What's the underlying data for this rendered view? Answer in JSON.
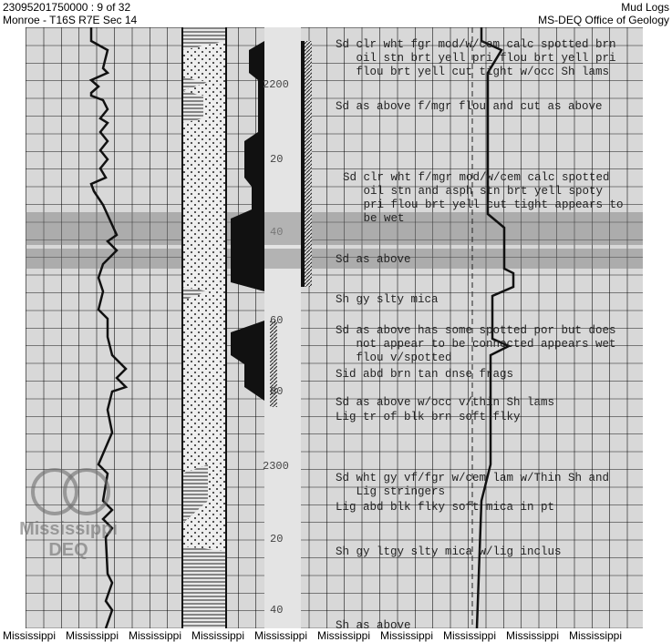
{
  "header": {
    "doc_id": "23095201750000 : 9 of 32",
    "location": "Monroe - T16S R7E Sec 14",
    "doc_type": "Mud Logs",
    "office": "MS-DEQ Office of Geology"
  },
  "depth_labels": [
    "2200",
    "20",
    "40",
    "60",
    "80",
    "2300",
    "20",
    "40"
  ],
  "descriptions": [
    "Sd clr wht fgr mod/w/cem calc spotted brn\n   oil stn brt yell pri flou brt yell pri\n   flou brt yell cut tight w/occ Sh lams",
    "Sd as above f/mgr flou and cut as above",
    "Sd clr wht f/mgr mod/w/cem calc spotted\n   oil stn and asph stn brt yell spoty\n   pri flou brt yell cut tight appears to\n   be wet",
    "Sd as above",
    "Sh gy slty mica",
    "Sd as above has some spotted por but does\n   not appear to be connected appears wet\n   flou v/spotted",
    "Sid abd brn tan dnse frags",
    "Sd as above w/occ v/thin Sh lams",
    "Lig tr of blk brn soft flky",
    "Sd wht gy vf/fgr w/cem lam w/Thin Sh and\n   Lig stringers",
    "Lig abd blk flky soft mica in pt",
    "Sh gy ltgy slty mica w/lig inclus",
    "Sh as above"
  ],
  "watermark": {
    "line1": "Mississippi",
    "line2": "DEQ"
  },
  "footer": [
    "Mississippi",
    "Mississippi",
    "Mississippi",
    "Mississippi",
    "Mississippi",
    "Mississippi",
    "Mississippi",
    "Mississippi",
    "Mississippi",
    "Mississippi"
  ]
}
